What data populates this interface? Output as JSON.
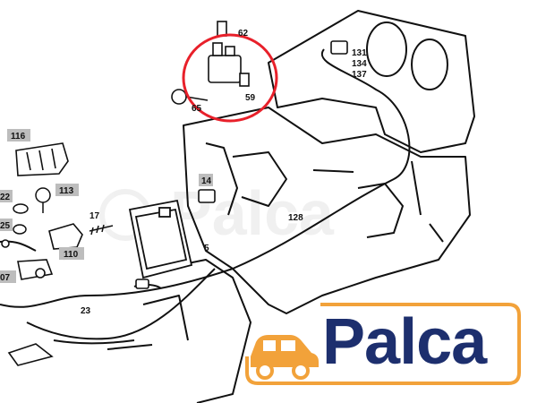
{
  "callouts": {
    "n62": "62",
    "n131": "131",
    "n134": "134",
    "n137": "137",
    "n59": "59",
    "n65": "65",
    "n116": "116",
    "n113": "113",
    "n22": "22",
    "n25": "25",
    "n07": "07",
    "n110": "110",
    "n17": "17",
    "n14": "14",
    "n5": "5",
    "n128": "128",
    "n23": "23"
  },
  "watermark": {
    "text": "Palca"
  },
  "brand": {
    "name": "Palca",
    "text_color": "#1d2f6e",
    "accent_color": "#f2a23a"
  },
  "highlight": {
    "color": "#e8202a"
  }
}
